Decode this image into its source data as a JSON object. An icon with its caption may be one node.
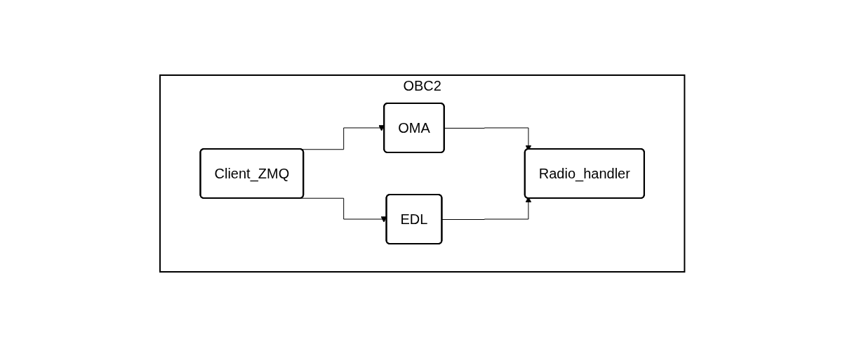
{
  "diagram": {
    "nodes": [
      {
        "text": [
          "OBC2"
        ]
      },
      {
        "text": [
          "Client_ZMQ"
        ],
        "in": 0
      },
      {
        "text": [
          "OMA"
        ],
        "in": 0
      },
      {
        "text": [
          "EDL"
        ],
        "in": 0
      },
      {
        "text": [
          "Radio_handler"
        ],
        "in": 0
      }
    ],
    "edges": [
      {
        "from": 1,
        "to": 2,
        "arrow": "to"
      },
      {
        "from": 1,
        "to": 3,
        "arrow": "to"
      },
      {
        "from": 2,
        "to": 4,
        "arrow": "to"
      },
      {
        "from": 3,
        "to": 4,
        "arrow": "to"
      }
    ]
  }
}
